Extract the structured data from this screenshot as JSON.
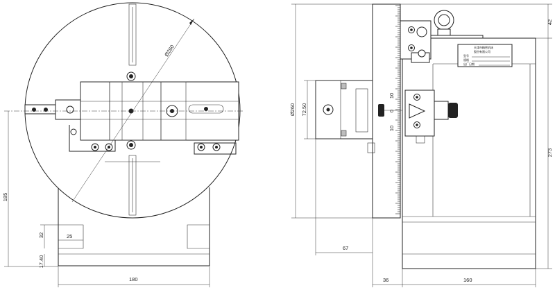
{
  "drawing": {
    "front_view": {
      "dims": {
        "diameter": "Ø260",
        "height_185": "185",
        "height_32": "32",
        "height_17_40": "17.40",
        "width_25": "25",
        "width_180": "180"
      }
    },
    "side_view": {
      "dims": {
        "diameter": "Ø260",
        "jaw_72_50": "72.50",
        "offset_67": "67",
        "top_42": "42",
        "height_273": "273",
        "base_36": "36",
        "base_160": "160"
      },
      "scale_labels": [
        "10",
        "0",
        "10"
      ],
      "plate_lines": [
        "天津市精密机床",
        "股份有限公司",
        "型号",
        "规格",
        "出厂日期"
      ]
    }
  }
}
